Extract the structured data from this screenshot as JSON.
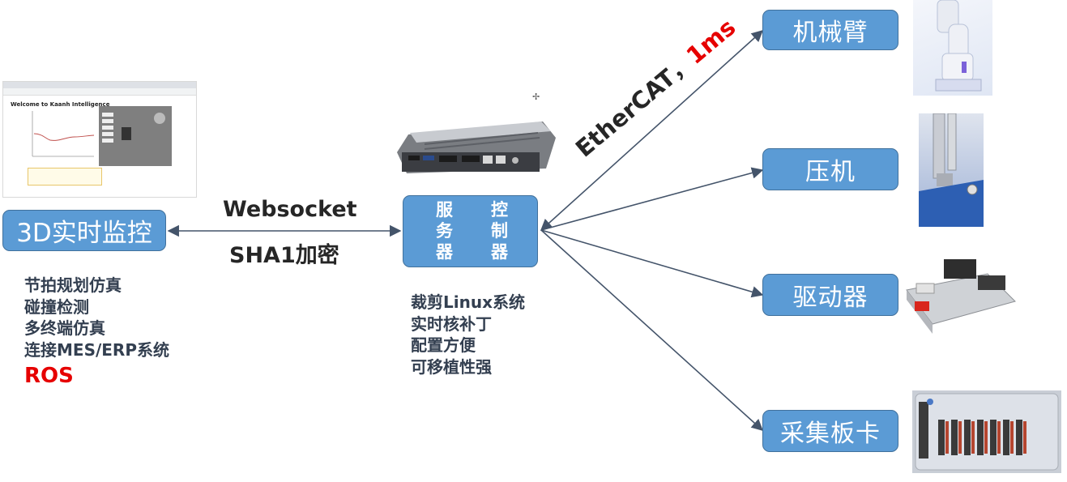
{
  "server_box": {
    "col_left": [
      "服",
      "务",
      "器"
    ],
    "col_right": [
      "控",
      "制",
      "器"
    ]
  },
  "left_box": {
    "label": "3D实时监控"
  },
  "link_left": {
    "line1": "Websocket",
    "line2": "SHA1加密"
  },
  "link_ethercat": {
    "protocol": "EtherCAT，",
    "rate": "1ms"
  },
  "targets": [
    {
      "label": "机械臂"
    },
    {
      "label": "压机"
    },
    {
      "label": "驱动器"
    },
    {
      "label": "采集板卡"
    }
  ],
  "left_features": [
    "节拍规划仿真",
    "碰撞检测",
    "多终端仿真",
    "连接MES/ERP系统"
  ],
  "left_highlight": "ROS",
  "server_features": [
    "裁剪Linux系统",
    "实时核补丁",
    "配置方便",
    "可移植性强"
  ],
  "screenshot": {
    "title": "Welcome to Kaanh Intelligence"
  },
  "colors": {
    "box_fill": "#5b9bd5",
    "box_border": "#41719c",
    "arrow": "#44546a",
    "highlight": "#e60000"
  }
}
